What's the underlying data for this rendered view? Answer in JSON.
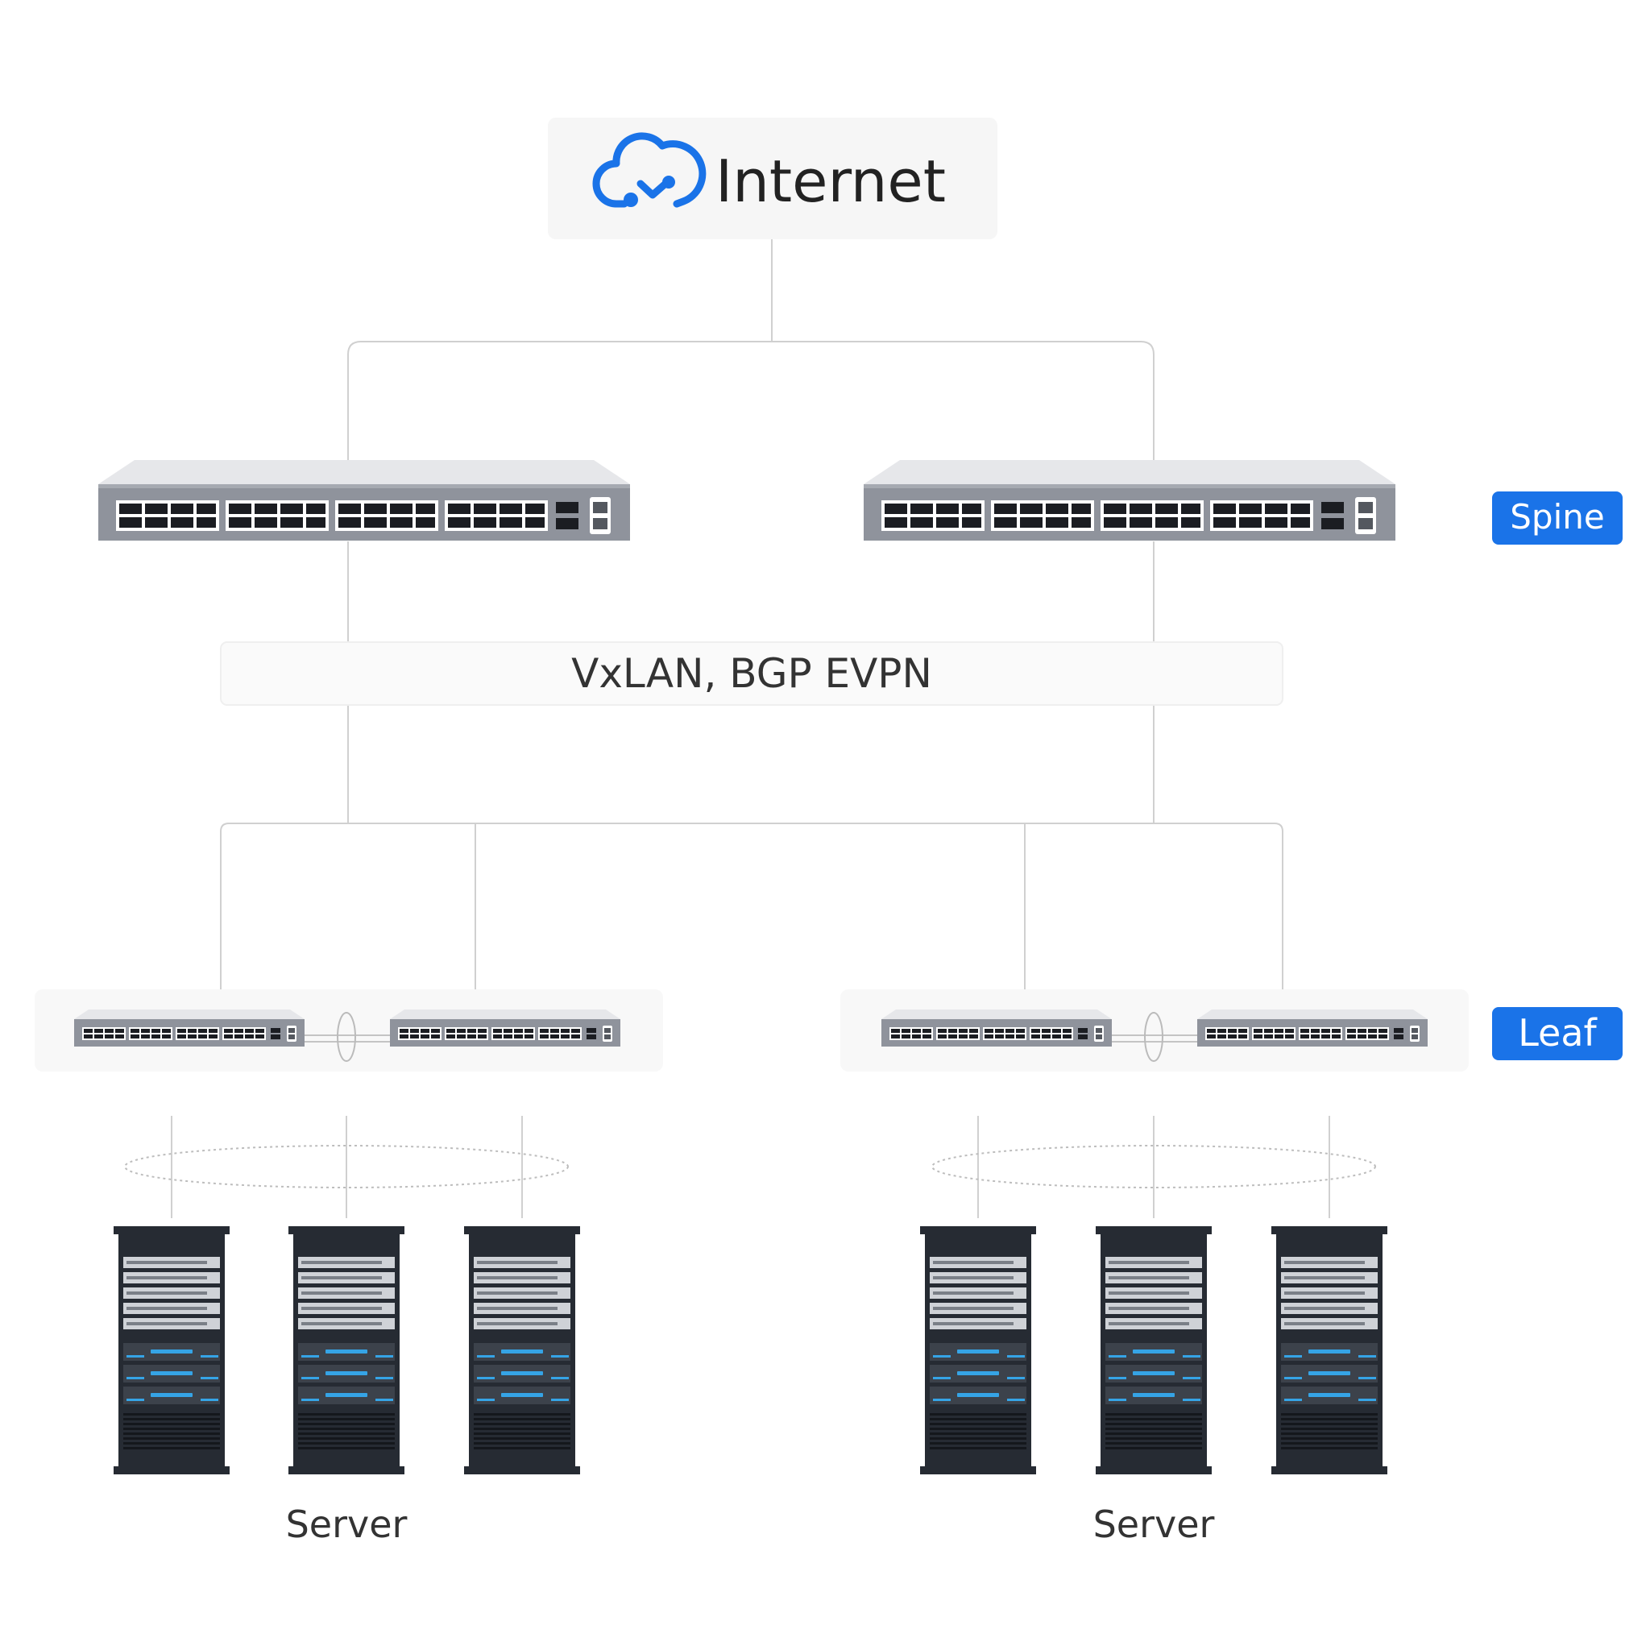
{
  "internet": {
    "label": "Internet",
    "icon": "cloud-network-icon"
  },
  "protocol_band": {
    "label": "VxLAN, BGP EVPN"
  },
  "badges": {
    "spine": "Spine",
    "leaf": "Leaf"
  },
  "server_groups": [
    {
      "label": "Server"
    },
    {
      "label": "Server"
    }
  ],
  "colors": {
    "accent": "#1a73e8",
    "line": "#d0d0d0",
    "panel": "#f6f6f6",
    "switch_body": "#8f939c",
    "rack": "#262b33"
  }
}
